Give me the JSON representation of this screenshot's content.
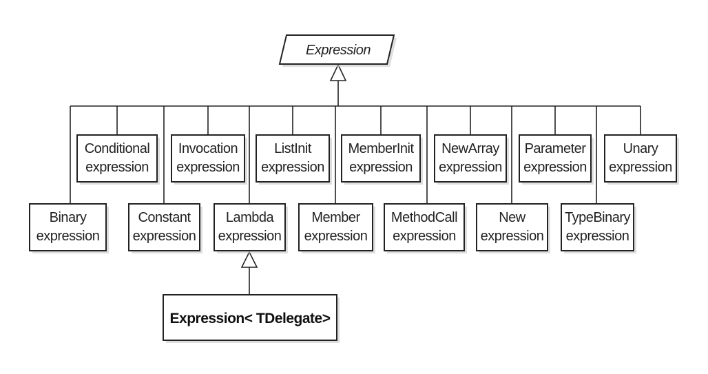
{
  "root": {
    "label": "Expression"
  },
  "nodes": [
    {
      "id": "conditional",
      "lines": [
        "Conditional",
        "expression"
      ]
    },
    {
      "id": "invocation",
      "lines": [
        "Invocation",
        "expression"
      ]
    },
    {
      "id": "listinit",
      "lines": [
        "ListInit",
        "expression"
      ]
    },
    {
      "id": "memberinit",
      "lines": [
        "MemberInit",
        "expression"
      ]
    },
    {
      "id": "newarray",
      "lines": [
        "NewArray",
        "expression"
      ]
    },
    {
      "id": "parameter",
      "lines": [
        "Parameter",
        "expression"
      ]
    },
    {
      "id": "unary",
      "lines": [
        "Unary",
        "expression"
      ]
    },
    {
      "id": "binary",
      "lines": [
        "Binary",
        "expression"
      ]
    },
    {
      "id": "constant",
      "lines": [
        "Constant",
        "expression"
      ]
    },
    {
      "id": "lambda",
      "lines": [
        "Lambda",
        "expression"
      ]
    },
    {
      "id": "member",
      "lines": [
        "Member",
        "expression"
      ]
    },
    {
      "id": "methodcall",
      "lines": [
        "MethodCall",
        "expression"
      ]
    },
    {
      "id": "new",
      "lines": [
        "New",
        "expression"
      ]
    },
    {
      "id": "typebinary",
      "lines": [
        "TypeBinary",
        "expression"
      ]
    }
  ],
  "generic": {
    "label": "Expression< TDelegate>"
  }
}
